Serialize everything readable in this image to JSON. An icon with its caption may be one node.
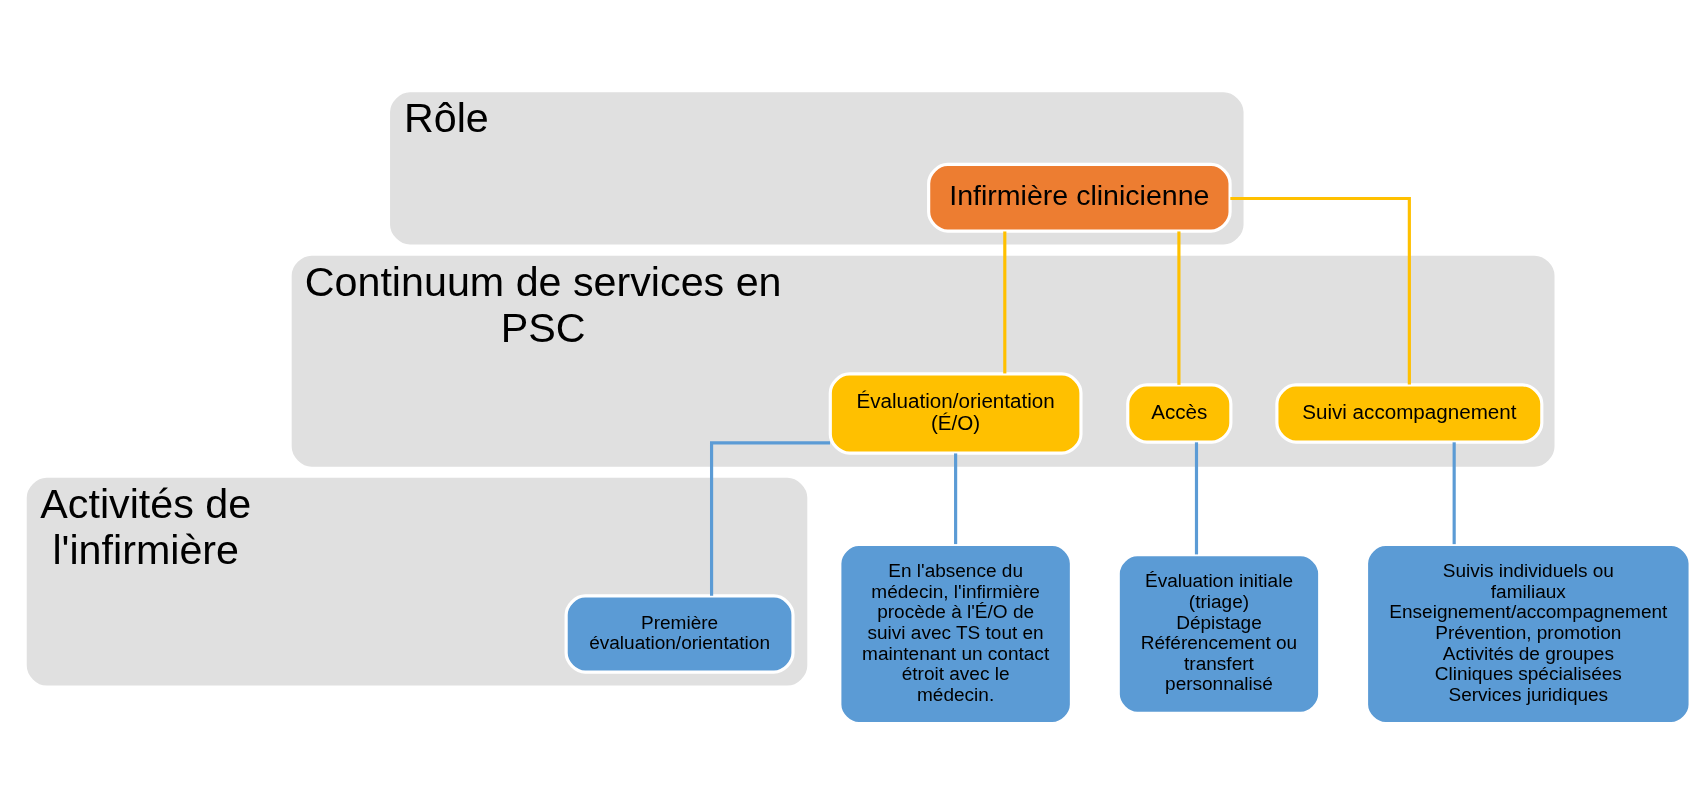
{
  "diagram": {
    "nodes": [
      {
        "text": [
          "Rôle"
        ]
      },
      {
        "text": [
          "Infirmière clinicienne"
        ],
        "in": 0
      },
      {
        "text": [
          "Continuum de services en PSC"
        ]
      },
      {
        "text": [
          "Accès"
        ],
        "in": 2
      },
      {
        "text": [
          "Évaluation/orientation",
          "(É/O)"
        ],
        "in": 2
      },
      {
        "text": [
          "Suivi accompagnement"
        ],
        "in": 2
      },
      {
        "text": [
          "Activités de l'infirmière"
        ]
      },
      {
        "text": [
          "Évaluation initiale (triage)",
          "Dépistage",
          "Référencement ou transfert personnalisé"
        ]
      },
      {
        "text": [
          "Première évaluation/orientation"
        ],
        "in": 6
      },
      {
        "text": [
          "En l'absence du médecin, l'infirmière procède à l'É/O de suivi avec TS tout en maintenant un contact étroit avec le médecin."
        ]
      },
      {
        "text": [
          "Suivis individuels ou familiaux",
          "Enseignement/accompagnement",
          "Prévention, promotion",
          "Activités de groupes",
          "Cliniques spécialisées",
          "Services juridiques"
        ]
      }
    ],
    "edges": [
      {
        "from": 1,
        "to": 3,
        "arrow": "none",
        "color": "#ffc000"
      },
      {
        "from": 1,
        "to": 4,
        "arrow": "none",
        "color": "#ffc000"
      },
      {
        "from": 1,
        "to": 5,
        "arrow": "none",
        "color": "#ffc000"
      },
      {
        "from": 3,
        "to": 7,
        "arrow": "none",
        "color": "#5b9bd5"
      },
      {
        "from": 4,
        "to": 8,
        "arrow": "none",
        "color": "#5b9bd5"
      },
      {
        "from": 4,
        "to": 9,
        "arrow": "none",
        "color": "#5b9bd5"
      },
      {
        "from": 5,
        "to": 10,
        "arrow": "none",
        "color": "#5b9bd5"
      }
    ]
  }
}
